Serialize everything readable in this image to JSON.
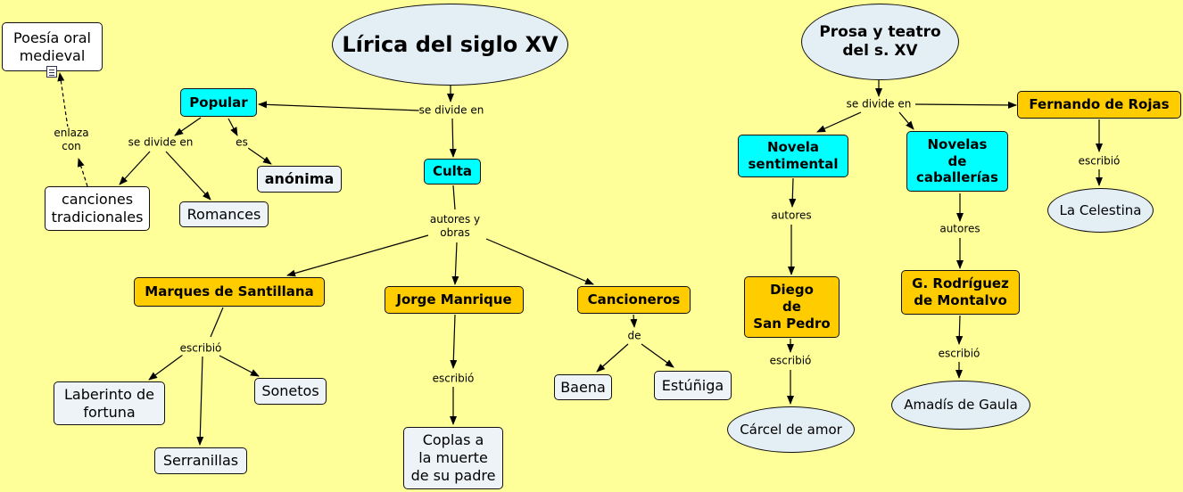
{
  "nodes": {
    "lirica": "Lírica del siglo XV",
    "prosa": "Prosa y teatro\ndel s. XV",
    "poesia_oral": "Poesía oral\nmedieval",
    "popular": "Popular",
    "culta": "Culta",
    "anonima": "anónima",
    "canciones": "canciones\ntradicionales",
    "romances": "Romances",
    "santillana": "Marques de Santillana",
    "manrique": "Jorge Manrique",
    "cancioneros": "Cancioneros",
    "laberinto": "Laberinto de\nfortuna",
    "sonetos": "Sonetos",
    "serranillas": "Serranillas",
    "coplas": "Coplas a\nla muerte\nde su padre",
    "baena": "Baena",
    "estuniga": "Estúñiga",
    "novela_sent": "Novela\nsentimental",
    "novelas_cab": "Novelas\nde\ncaballerías",
    "rojas": "Fernando de Rojas",
    "diego": "Diego\nde\nSan Pedro",
    "montalvo": "G. Rodríguez\nde Montalvo",
    "celestina": "La Celestina",
    "carcel": "Cárcel de amor",
    "amadis": "Amadís de Gaula"
  },
  "labels": {
    "se_divide_en_1": "se divide en",
    "se_divide_en_2": "se divide en",
    "se_divide_en_3": "se divide en",
    "es": "es",
    "enlaza_con": "enlaza\ncon",
    "autores_y_obras": "autores y\nobras",
    "escribio_santillana": "escribió",
    "escribio_manrique": "escribió",
    "de": "de",
    "autores_sent": "autores",
    "autores_cab": "autores",
    "escribio_rojas": "escribió",
    "escribio_diego": "escribió",
    "escribio_montalvo": "escribió"
  },
  "icons": {
    "resource": "document-icon"
  },
  "colors": {
    "background": "#ffff99",
    "cyan": "#00ffff",
    "orange": "#ffcc00",
    "ellipse": "#e3eef5"
  }
}
